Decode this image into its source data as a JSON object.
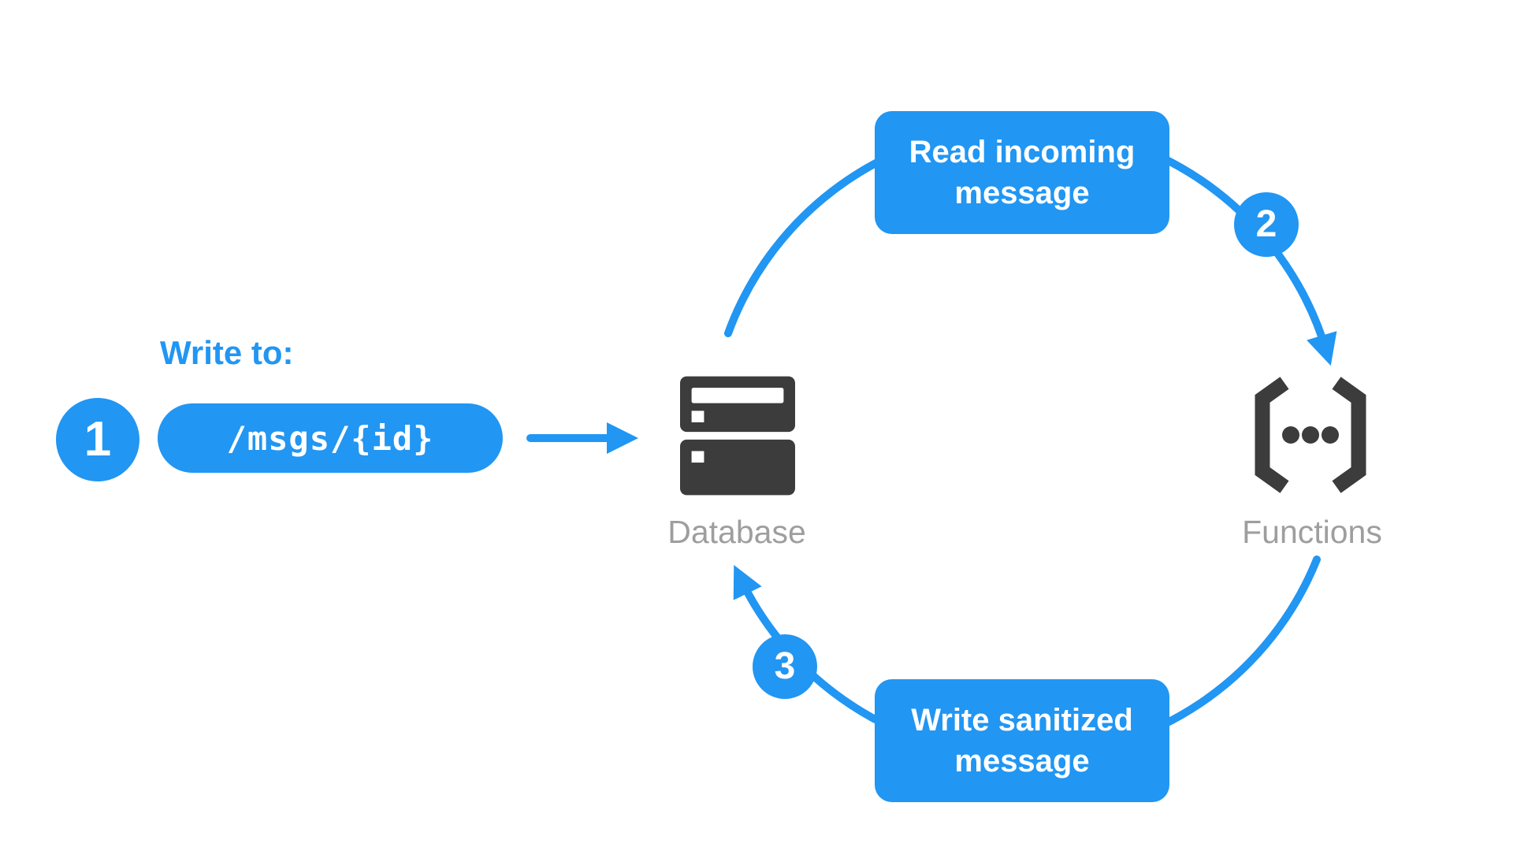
{
  "colors": {
    "accent_blue": "#2196F3",
    "icon_dark": "#3C3C3C",
    "label_gray": "#9E9E9E",
    "background": "#FFFFFF"
  },
  "step_badges": {
    "one": "1",
    "two": "2",
    "three": "3"
  },
  "write_to": {
    "label": "Write to:",
    "path": "/msgs/{id}"
  },
  "nodes": {
    "database": {
      "label": "Database"
    },
    "functions": {
      "label": "Functions"
    }
  },
  "flow_labels": {
    "read": "Read incoming message",
    "write": "Write sanitized message"
  }
}
